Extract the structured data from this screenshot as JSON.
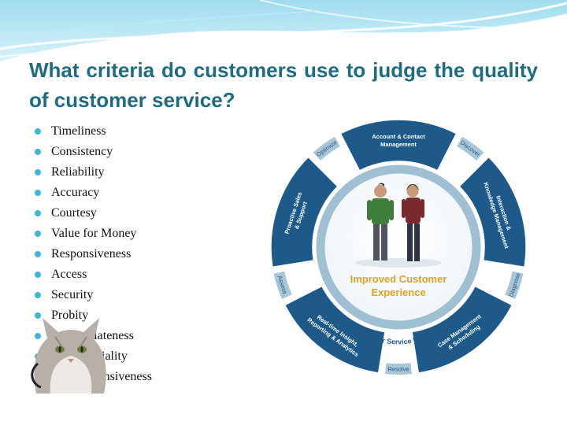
{
  "slide": {
    "title": "What criteria do customers use to judge the quality of customer service?",
    "bullets": [
      "Timeliness",
      "Consistency",
      "Reliability",
      "Accuracy",
      "Courtesy",
      "Value for Money",
      "Responsiveness",
      "Access",
      "Security",
      "Probity",
      "Appropriateness",
      "Confidentiality",
      "Comprehensiveness"
    ]
  },
  "diagram": {
    "segments": [
      {
        "id": "account",
        "label": [
          "Account & Contact",
          "Management"
        ]
      },
      {
        "id": "interaction",
        "label": [
          "Interaction &",
          "Knowledge Management"
        ]
      },
      {
        "id": "case",
        "label": [
          "Case Management",
          "& Scheduling"
        ]
      },
      {
        "id": "realtime",
        "label": [
          "Real-time Insight,",
          "Reporting & Analytics"
        ]
      },
      {
        "id": "proactive",
        "label": [
          "Proactive Sales",
          "& Support"
        ]
      }
    ],
    "outer_labels": {
      "discover": "Discover",
      "diagnose": "Diagnose",
      "resolve": "Resolve",
      "assess": "Assess",
      "optimize": "Optimize"
    },
    "ring_label": "Customer Service Workflow",
    "center_label": [
      "Improved Customer",
      "Experience"
    ]
  },
  "colors": {
    "title": "#1f6b82",
    "bullet": "#3fb5d6",
    "segment": "#1d5a8a",
    "center_text": "#e0a21f",
    "ring": "#9ec0d2"
  }
}
